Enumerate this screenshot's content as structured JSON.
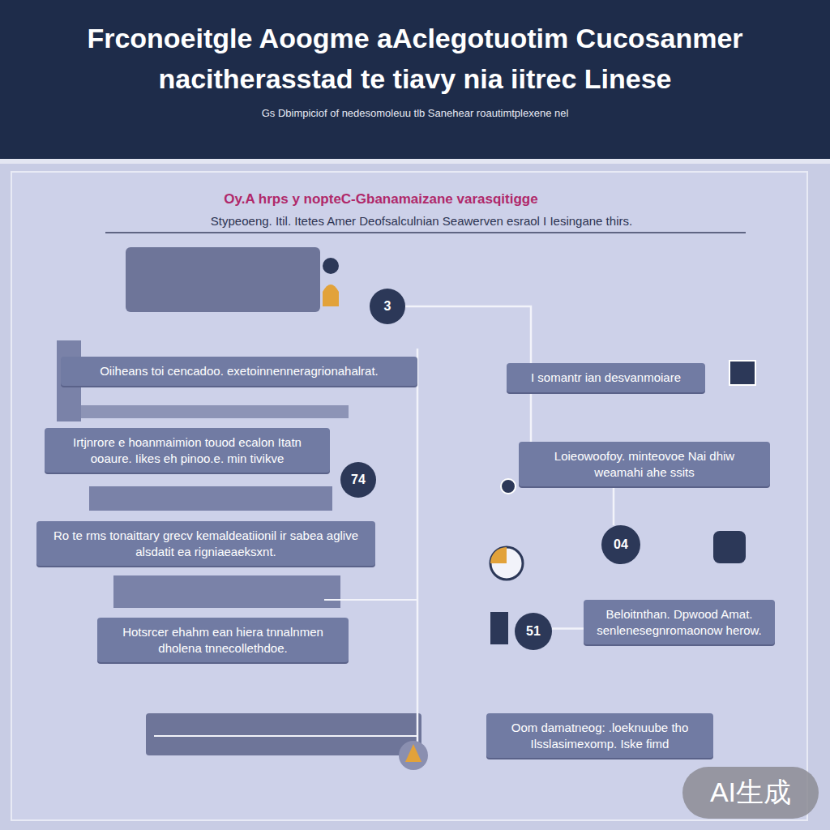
{
  "diagram": {
    "title": "Frconoeitgle Aoogme aAclegotuotim Cucosanmer nacitherasstad te tiavy nia iitrec Linese",
    "caption": "Gs Dbimpiciof of nedesomoleuu tlb Sanehear roautimtplexene nel",
    "nodes": [
      {
        "text": [
          "3"
        ]
      },
      {
        "text": [
          "Oiiheans toi cencadoo. exetoinnenneragrionahalrat."
        ]
      },
      {
        "text": [
          "I somantr ian desvanmoiare"
        ]
      },
      {
        "text": [
          "Irtjnrore e hoanmaimion touod ecalon Itatn ooaure. Iikes eh pinoo.e. min tivikve"
        ]
      },
      {
        "text": [
          "Loieowoofoy. minteovoe Nai dhiw weamahi ahe ssits"
        ]
      },
      {
        "text": [
          "74"
        ]
      },
      {
        "text": [
          "04"
        ]
      },
      {
        "text": [
          "Ro te rms tonaittary grecv kemaldeatiionil ir sabea aglive alsdatit ea rigniaeaeksxnt."
        ]
      },
      {
        "text": [
          "Beloitnthan. Dpwood Amat. senlenesegnromaonow herow."
        ]
      },
      {
        "text": [
          "51"
        ]
      },
      {
        "text": [
          "Hotsrcer ehahm ean hiera tnnalnmen dholena tnnecollethdoe."
        ]
      },
      {
        "text": [
          "Oom damatneog: .loeknuube tho Ilsslasimexomp. Iske fimd"
        ]
      }
    ],
    "edges": [
      {
        "from": 0,
        "to": 2,
        "arrow": "none"
      },
      {
        "from": 2,
        "to": 4,
        "arrow": "none"
      },
      {
        "from": 4,
        "to": 6,
        "arrow": "none"
      },
      {
        "from": 9,
        "to": 8,
        "arrow": "none"
      }
    ],
    "labels": [
      "Oy.A hrps y nopteC-Gbanamaizane varasqitigge",
      "Stypeoeng. Itil. Itetes Amer Deofsalculnian Seawerven esraol I Iesingane thirs.",
      "AI生成"
    ]
  }
}
